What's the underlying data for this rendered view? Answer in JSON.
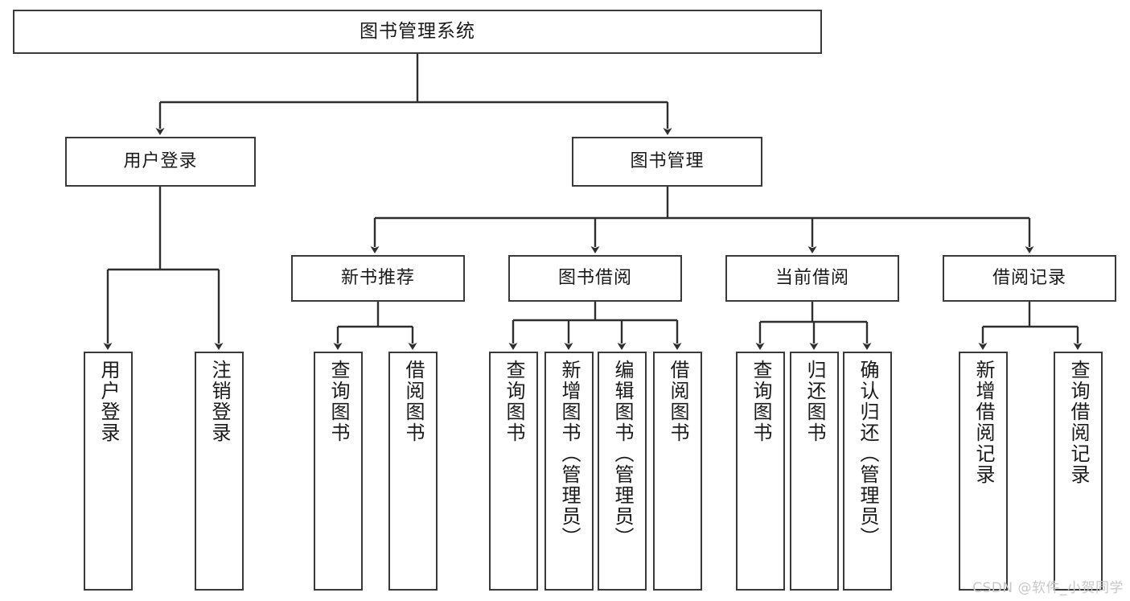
{
  "diagram": {
    "type": "tree-hierarchy",
    "title": "图书管理系统",
    "root": {
      "id": "root",
      "label": "图书管理系统"
    },
    "level1": [
      {
        "id": "user-login",
        "label": "用户登录"
      },
      {
        "id": "book-manage",
        "label": "图书管理"
      }
    ],
    "level2": [
      {
        "id": "new-book-rec",
        "label": "新书推荐",
        "parent": "book-manage"
      },
      {
        "id": "book-borrow",
        "label": "图书借阅",
        "parent": "book-manage"
      },
      {
        "id": "current-borrow",
        "label": "当前借阅",
        "parent": "book-manage"
      },
      {
        "id": "borrow-record",
        "label": "借阅记录",
        "parent": "book-manage"
      }
    ],
    "leaves": [
      {
        "id": "leaf-user-login",
        "label": "用户登录",
        "parent": "user-login"
      },
      {
        "id": "leaf-user-logout",
        "label": "注销登录",
        "parent": "user-login"
      },
      {
        "id": "leaf-query-book-1",
        "label": "查询图书",
        "parent": "new-book-rec"
      },
      {
        "id": "leaf-borrow-book-1",
        "label": "借阅图书",
        "parent": "new-book-rec"
      },
      {
        "id": "leaf-query-book-2",
        "label": "查询图书",
        "parent": "book-borrow"
      },
      {
        "id": "leaf-add-book",
        "label": "新增图书（管理员）",
        "parent": "book-borrow"
      },
      {
        "id": "leaf-edit-book",
        "label": "编辑图书（管理员）",
        "parent": "book-borrow"
      },
      {
        "id": "leaf-borrow-book-2",
        "label": "借阅图书",
        "parent": "book-borrow"
      },
      {
        "id": "leaf-query-book-3",
        "label": "查询图书",
        "parent": "current-borrow"
      },
      {
        "id": "leaf-return-book",
        "label": "归还图书",
        "parent": "current-borrow"
      },
      {
        "id": "leaf-confirm-return",
        "label": "确认归还（管理员）",
        "parent": "current-borrow"
      },
      {
        "id": "leaf-add-record",
        "label": "新增借阅记录",
        "parent": "borrow-record"
      },
      {
        "id": "leaf-query-record",
        "label": "查询借阅记录",
        "parent": "borrow-record"
      }
    ]
  },
  "watermark": {
    "text": "CSDN @软件_小贺同学"
  },
  "colors": {
    "border": "#3a3a3a",
    "background": "#ffffff",
    "text": "#1a1a1a",
    "watermark": "#c8c8c8"
  }
}
